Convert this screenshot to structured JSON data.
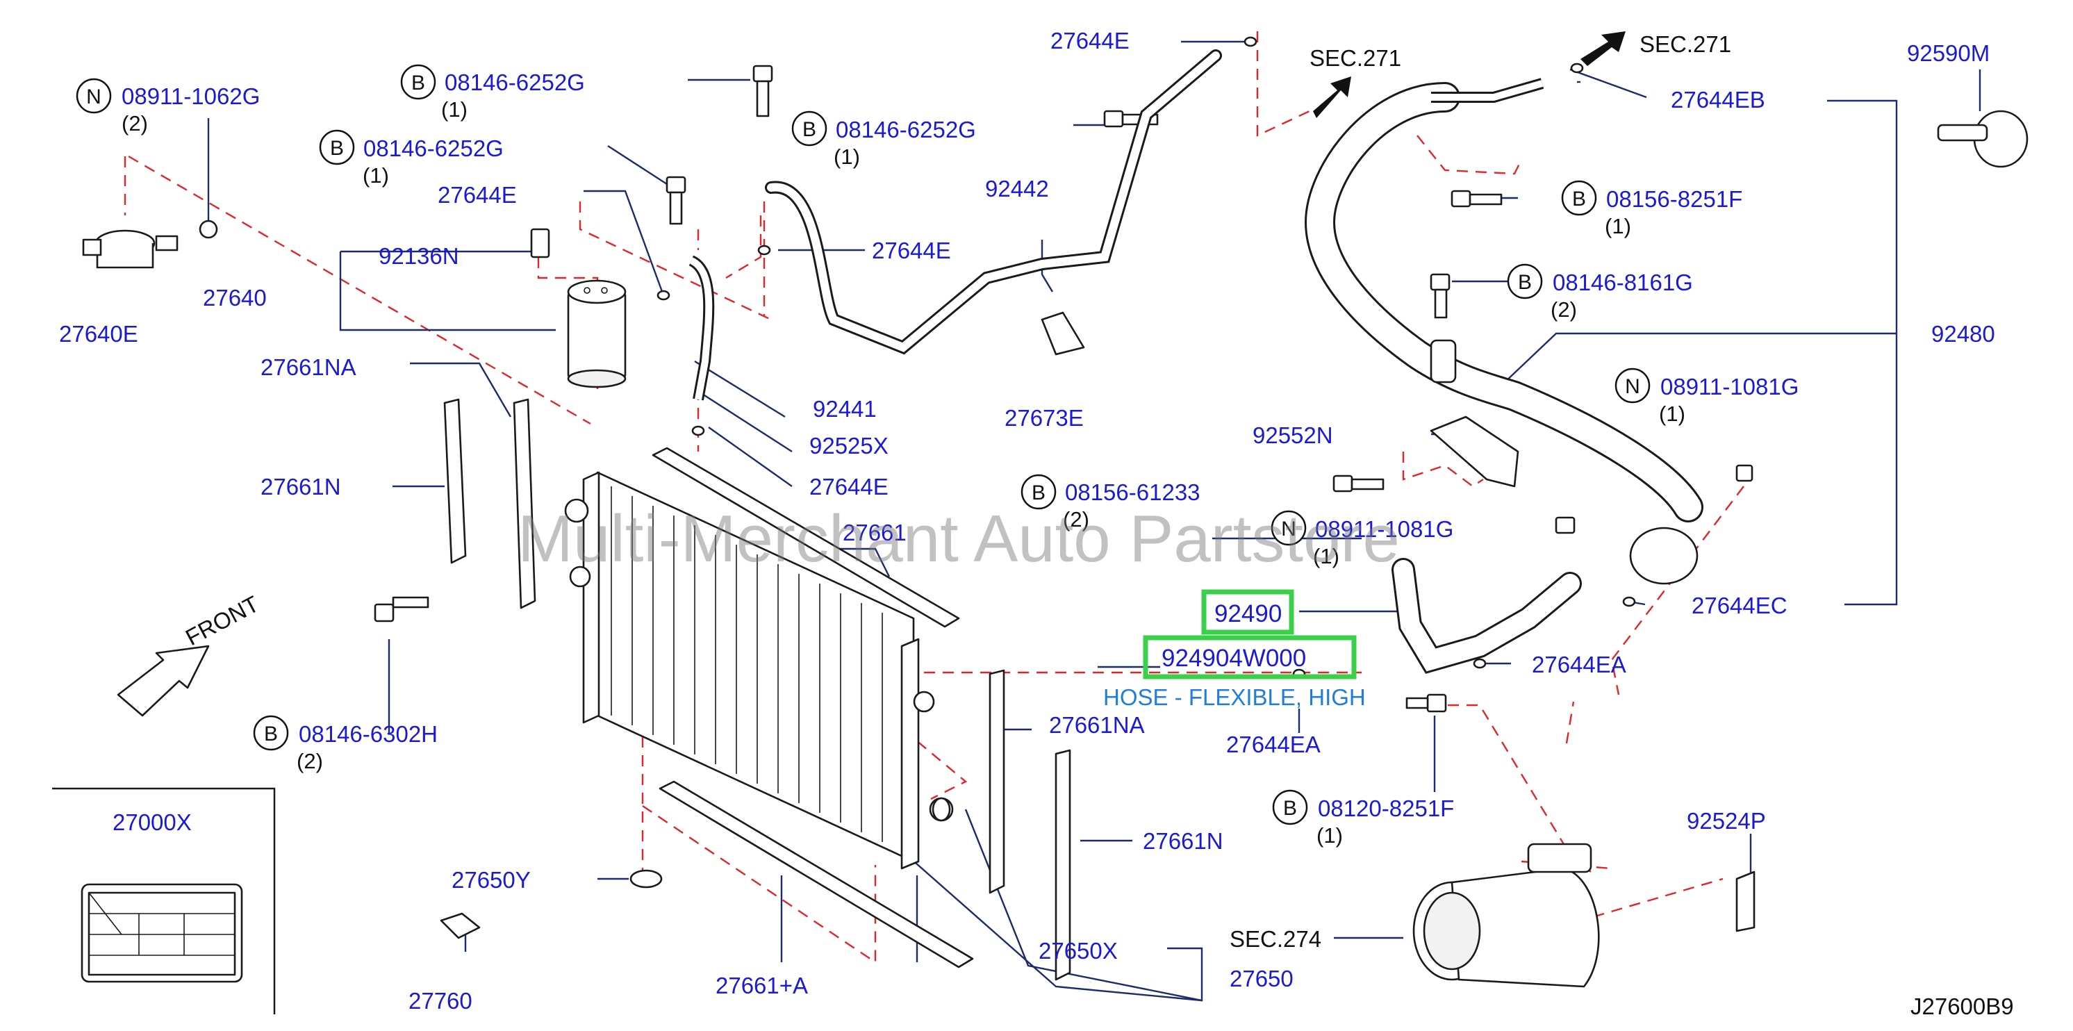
{
  "watermark": "Multi-Merchant Auto Partstore",
  "diagram_code": "J27600B9",
  "front_label": "FRONT",
  "highlight": {
    "group_number": "92490",
    "part_number": "924904W000",
    "description": "HOSE - FLEXIBLE, HIGH"
  },
  "labels": {
    "l_08911_1062G": "08911-1062G",
    "q_08911_1062G": "(2)",
    "l_27640E": "27640E",
    "l_27640": "27640",
    "l_92136N": "92136N",
    "l_08146_6252G_a": "08146-6252G",
    "q_08146_6252G_a": "(1)",
    "l_08146_6252G_b": "08146-6252G",
    "q_08146_6252G_b": "(1)",
    "l_08146_6252G_c": "08146-6252G",
    "q_08146_6252G_c": "(1)",
    "l_27644E_top": "27644E",
    "l_27644E_left": "27644E",
    "l_27644E_mid": "27644E",
    "l_27644E_low": "27644E",
    "l_92442": "92442",
    "l_92441": "92441",
    "l_92525X": "92525X",
    "l_27673E": "27673E",
    "l_27661NA_a": "27661NA",
    "l_27661N_a": "27661N",
    "l_27661": "27661",
    "l_08156_61233": "08156-61233",
    "q_08156_61233": "(2)",
    "l_08146_6302H": "08146-6302H",
    "q_08146_6302H": "(2)",
    "l_27000X": "27000X",
    "l_27650Y": "27650Y",
    "l_27760": "27760",
    "l_27661A": "27661+A",
    "l_27650X": "27650X",
    "l_27650": "27650",
    "l_27661NA_b": "27661NA",
    "l_27661N_b": "27661N",
    "l_sec271_a": "SEC.271",
    "l_sec271_b": "SEC.271",
    "l_sec274": "SEC.274",
    "l_27644EB": "27644EB",
    "l_92590M": "92590M",
    "l_08156_8251F": "08156-8251F",
    "q_08156_8251F": "(1)",
    "l_08146_8161G": "08146-8161G",
    "q_08146_8161G": "(2)",
    "l_92480": "92480",
    "l_92552N": "92552N",
    "l_08911_1081G_a": "08911-1081G",
    "q_08911_1081G_a": "(1)",
    "l_08911_1081G_b": "08911-1081G",
    "q_08911_1081G_b": "(1)",
    "l_27644EC": "27644EC",
    "l_27644EA_a": "27644EA",
    "l_27644EA_b": "27644EA",
    "l_08120_8251F": "08120-8251F",
    "q_08120_8251F": "(1)",
    "l_92524P": "92524P",
    "badge_N": "N",
    "badge_B": "B"
  }
}
